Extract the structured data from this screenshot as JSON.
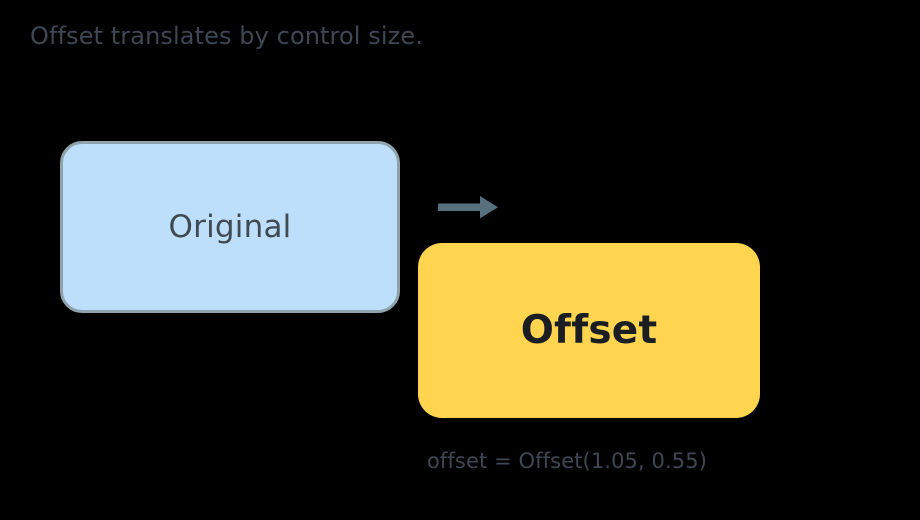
{
  "diagram": {
    "title": "Offset translates by control size.",
    "background_color": "#000000",
    "original": {
      "label": "Original",
      "fill_color": "#bddffb",
      "border_color": "#8fa3ad",
      "text_color": "#3f4a53"
    },
    "offset": {
      "label": "Offset",
      "fill_color": "#ffd54f",
      "text_color": "#1a1e23"
    },
    "arrow": {
      "icon": "arrow-right-icon",
      "color": "#56707e",
      "direction": "right"
    },
    "caption": "offset = Offset(1.05, 0.55)",
    "caption_color": "#3f4753",
    "title_color": "#3f4753"
  }
}
